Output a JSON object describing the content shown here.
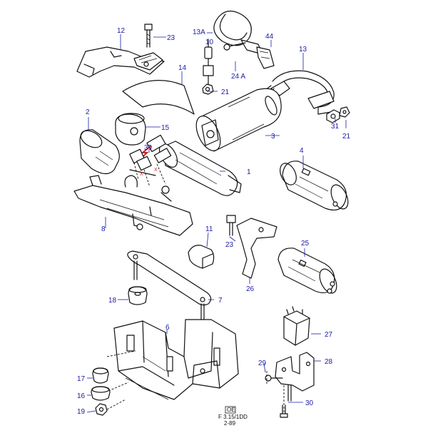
{
  "callouts": {
    "c1": "1",
    "c2": "2",
    "c3": "3",
    "c4": "4",
    "c6": "6",
    "c7": "7",
    "c8": "8",
    "c11": "11",
    "c12": "12",
    "c13": "13",
    "c13a": "13A",
    "c14": "14",
    "c15": "15",
    "c16": "16",
    "c17": "17",
    "c18": "18",
    "c19": "19",
    "c21a": "21",
    "c21b": "21",
    "c23a": "23",
    "c23b": "23",
    "c24a": "24 A",
    "c25": "25",
    "c26": "26",
    "c27": "27",
    "c28": "28",
    "c29": "29",
    "c30": "30",
    "c31": "31",
    "c39": "39",
    "c44": "44",
    "c10": "10"
  },
  "dimension_marks": {
    "x1": "X",
    "x2": "X"
  },
  "stamp": {
    "box": "OE",
    "line1": "F 3.15/1DD",
    "line2": "2-89"
  },
  "colors": {
    "callout": "#1a1aa8",
    "arrow": "#c0262d",
    "line": "#111111"
  }
}
